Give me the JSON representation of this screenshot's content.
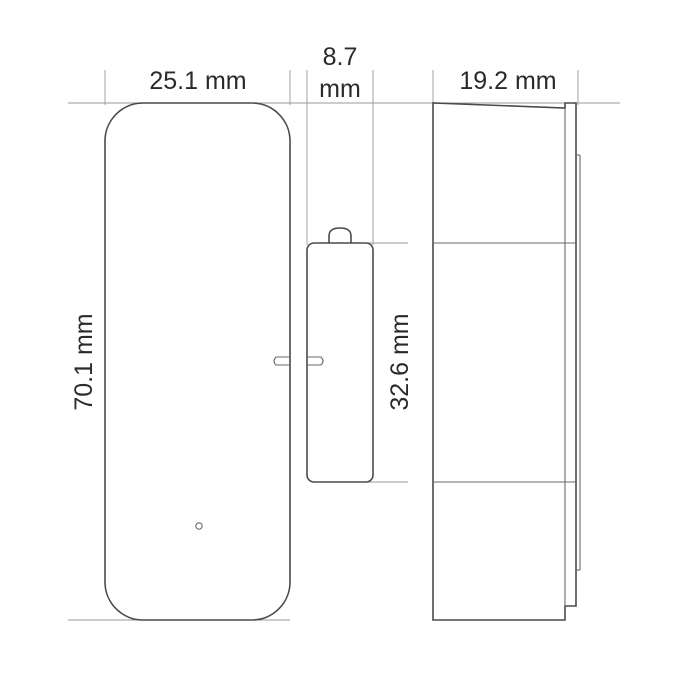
{
  "dimensions": {
    "main_width": "25.1 mm",
    "magnet_width_value": "8.7",
    "magnet_width_unit": "mm",
    "side_depth": "19.2 mm",
    "main_height": "70.1 mm",
    "magnet_height": "32.6 mm"
  },
  "colors": {
    "outline": "#4a4a4a",
    "guide": "#9a9a9a",
    "text": "#2a2a2a",
    "background": "#ffffff"
  }
}
